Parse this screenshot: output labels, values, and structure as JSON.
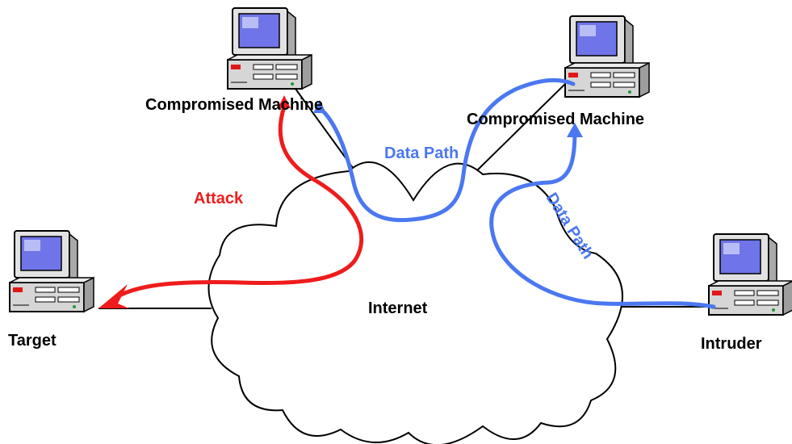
{
  "colors": {
    "attack": "#ee1c1c",
    "data_path": "#4b78f0",
    "outline": "#000000",
    "cloud_fill": "#ffffff",
    "monitor_screen": "#6f74e8",
    "case_body": "#d6d6d6",
    "indicator": "#e01818",
    "drive_green": "#1a9a3a"
  },
  "nodes": {
    "compromised_1": {
      "label": "Compromised Machine",
      "icon": "desktop-computer-icon"
    },
    "compromised_2": {
      "label": "Compromised Machine",
      "icon": "desktop-computer-icon"
    },
    "target": {
      "label": "Target",
      "icon": "desktop-computer-icon"
    },
    "intruder": {
      "label": "Intruder",
      "icon": "desktop-computer-icon"
    }
  },
  "network": {
    "label": "Internet",
    "icon": "cloud-icon"
  },
  "paths": {
    "attack": {
      "label": "Attack"
    },
    "data_path_top": {
      "label": "Data Path"
    },
    "data_path_right": {
      "label": "Data Path"
    }
  }
}
